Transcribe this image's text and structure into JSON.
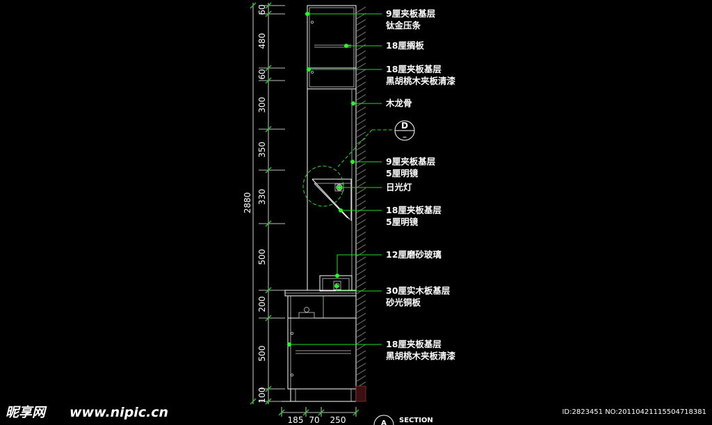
{
  "vertical_dimensions": [
    "60",
    "480",
    "60",
    "300",
    "350",
    "330",
    "500",
    "200",
    "500",
    "100"
  ],
  "total_dimension": "2880",
  "bottom_dimensions": [
    "185",
    "70",
    "250"
  ],
  "labels": [
    [
      "9厘夹板基层",
      "钛金压条"
    ],
    [
      "18厘搁板"
    ],
    [
      "18厘夹板基层",
      "黑胡桃木夹板清漆"
    ],
    [
      "木龙骨"
    ],
    [
      "9厘夹板基层",
      "5厘明镜"
    ],
    [
      "日光灯"
    ],
    [
      "18厘夹板基层",
      "5厘明镜"
    ],
    [
      "12厘磨砂玻璃"
    ],
    [
      "30厘实木板基层",
      "砂光铜板"
    ],
    [
      "18厘夹板基层",
      "黑胡桃木夹板清漆"
    ]
  ],
  "detail_callout": {
    "letter": "D",
    "sub": "–"
  },
  "section_marker": {
    "letter": "A",
    "text": "SECTION"
  },
  "watermark": {
    "brand": "昵享网",
    "url": "www.nipic.cn"
  },
  "image_id": "ID:2823451 NO:20110421115504718381"
}
